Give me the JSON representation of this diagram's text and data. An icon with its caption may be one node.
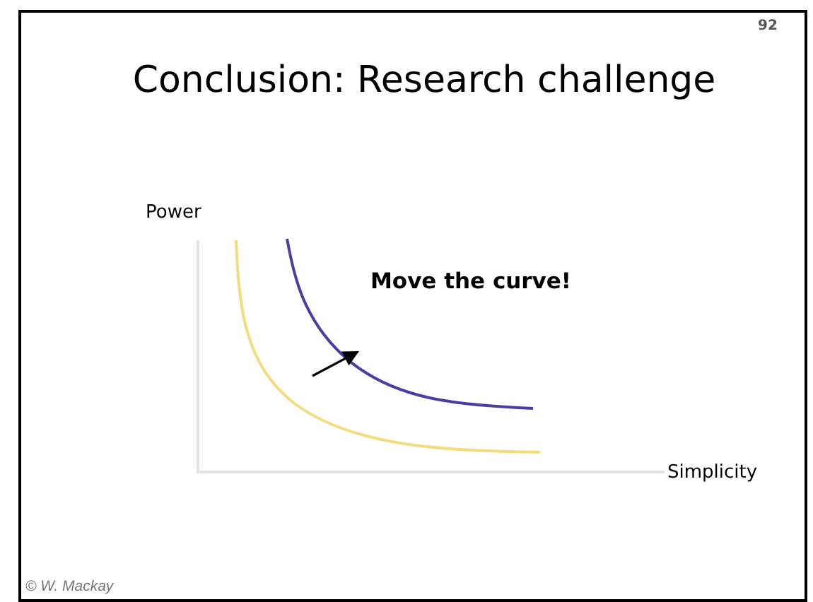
{
  "diagram": {
    "title": "Conclusion: Research challenge",
    "labels": [
      "92",
      "Power",
      "Move the curve!",
      "Simplicity",
      "© W. Mackay"
    ]
  }
}
